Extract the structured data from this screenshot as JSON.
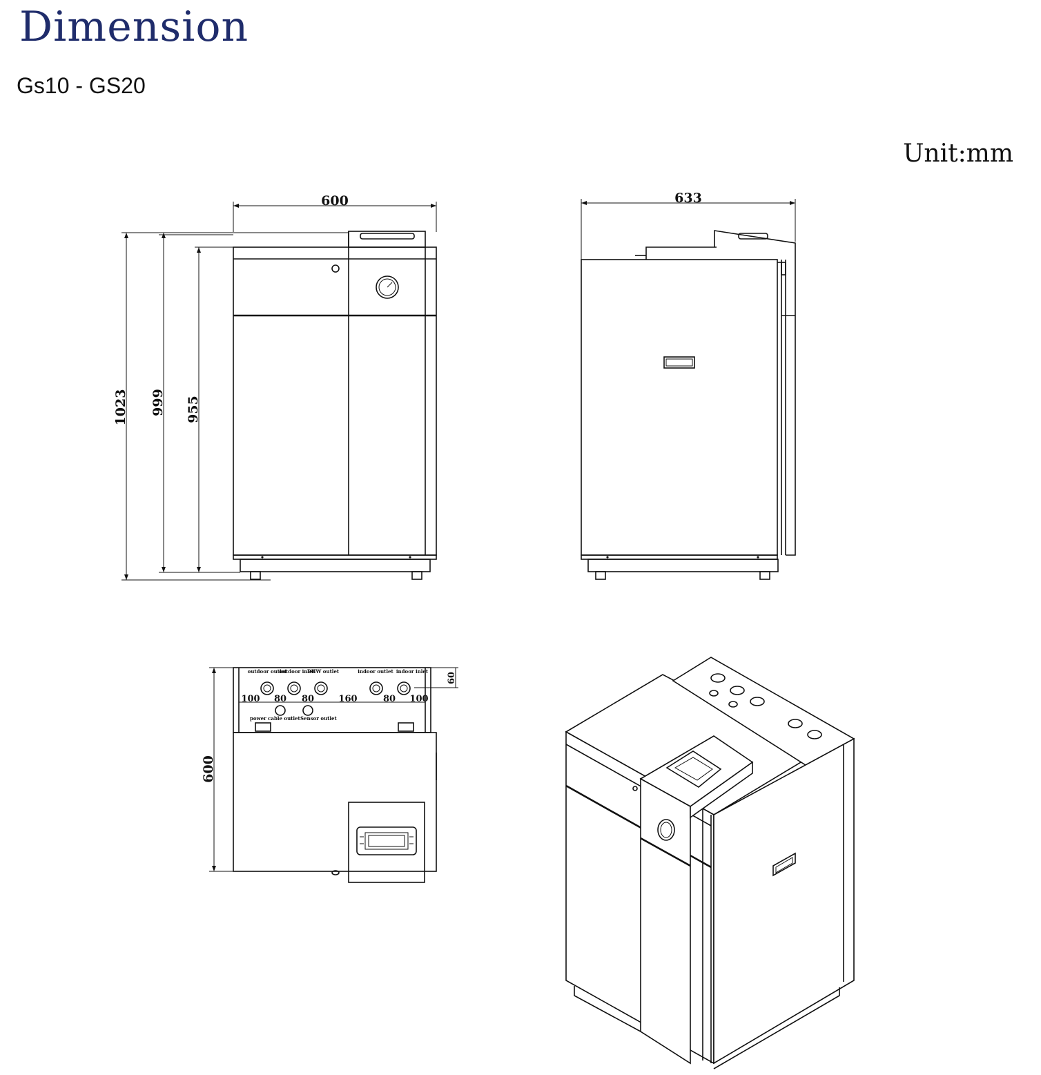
{
  "header": {
    "title": "Dimension",
    "model": "Gs10 - GS20",
    "unit": "Unit:mm"
  },
  "front_view": {
    "width": "600",
    "height_total": "1023",
    "height_mid": "999",
    "height_body": "955"
  },
  "side_view": {
    "depth": "633"
  },
  "top_view": {
    "depth": "600",
    "offset": "60",
    "spacings": [
      "100",
      "80",
      "80",
      "160",
      "80",
      "100"
    ],
    "connections": {
      "outdoor_outlet": "outdoor outlet",
      "outdoor_inlet": "outdoor inlet",
      "dhw_outlet": "DHW outlet",
      "indoor_outlet": "indoor outlet",
      "indoor_inlet": "indoor inlet",
      "power_cable_outlet": "power cable outlet",
      "sensor_outlet": "Sensor outlet"
    }
  },
  "colors": {
    "title": "#1f2c6b",
    "line": "#111111"
  }
}
